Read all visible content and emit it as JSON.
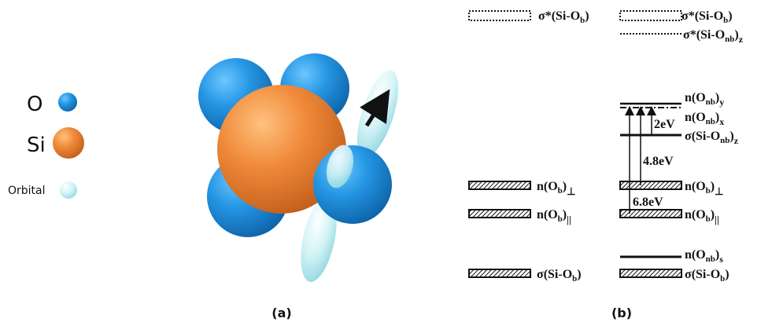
{
  "legend": {
    "oxygen_label": "O",
    "silicon_label": "Si",
    "orbital_label": "Orbital"
  },
  "colors": {
    "oxygen": "#1f8fdc",
    "silicon": "#ee8a3c",
    "orbital": "#c8f0f4",
    "ink": "#111111"
  },
  "captions": {
    "a": "(a)",
    "b": "(b)"
  },
  "levels": {
    "left": {
      "sigma_star": {
        "main": "σ*(Si-O",
        "sub": "b",
        "tail": ")"
      },
      "n_perp": {
        "main": "n(O",
        "sub": "b",
        "tail": ")",
        "subtail": "⊥"
      },
      "n_par": {
        "main": "n(O",
        "sub": "b",
        "tail": ")",
        "subtail": "||"
      },
      "sigma": {
        "main": "σ(Si-O",
        "sub": "b",
        "tail": ")"
      }
    },
    "right": {
      "sigma_star_b": {
        "main": "σ*(Si-O",
        "sub": "b",
        "tail": ")"
      },
      "sigma_star_nb": {
        "main": "σ*(Si-O",
        "sub": "nb",
        "tail": ")",
        "subtail": "z"
      },
      "n_onb_y": {
        "main": "n(O",
        "sub": "nb",
        "tail": ")",
        "subtail": "y"
      },
      "n_onb_x": {
        "main": "n(O",
        "sub": "nb",
        "tail": ")",
        "subtail": "x"
      },
      "sigma_nb": {
        "main": "σ(Si-O",
        "sub": "nb",
        "tail": ")",
        "subtail": "z"
      },
      "n_perp": {
        "main": "n(O",
        "sub": "b",
        "tail": ")",
        "subtail": "⊥"
      },
      "n_par": {
        "main": "n(O",
        "sub": "b",
        "tail": ")",
        "subtail": "||"
      },
      "n_onb_s": {
        "main": "n(O",
        "sub": "nb",
        "tail": ")",
        "subtail": "s"
      },
      "sigma": {
        "main": "σ(Si-O",
        "sub": "b",
        "tail": ")"
      }
    }
  },
  "transitions": {
    "e_2": "2eV",
    "e_48": "4.8eV",
    "e_68": "6.8eV"
  }
}
